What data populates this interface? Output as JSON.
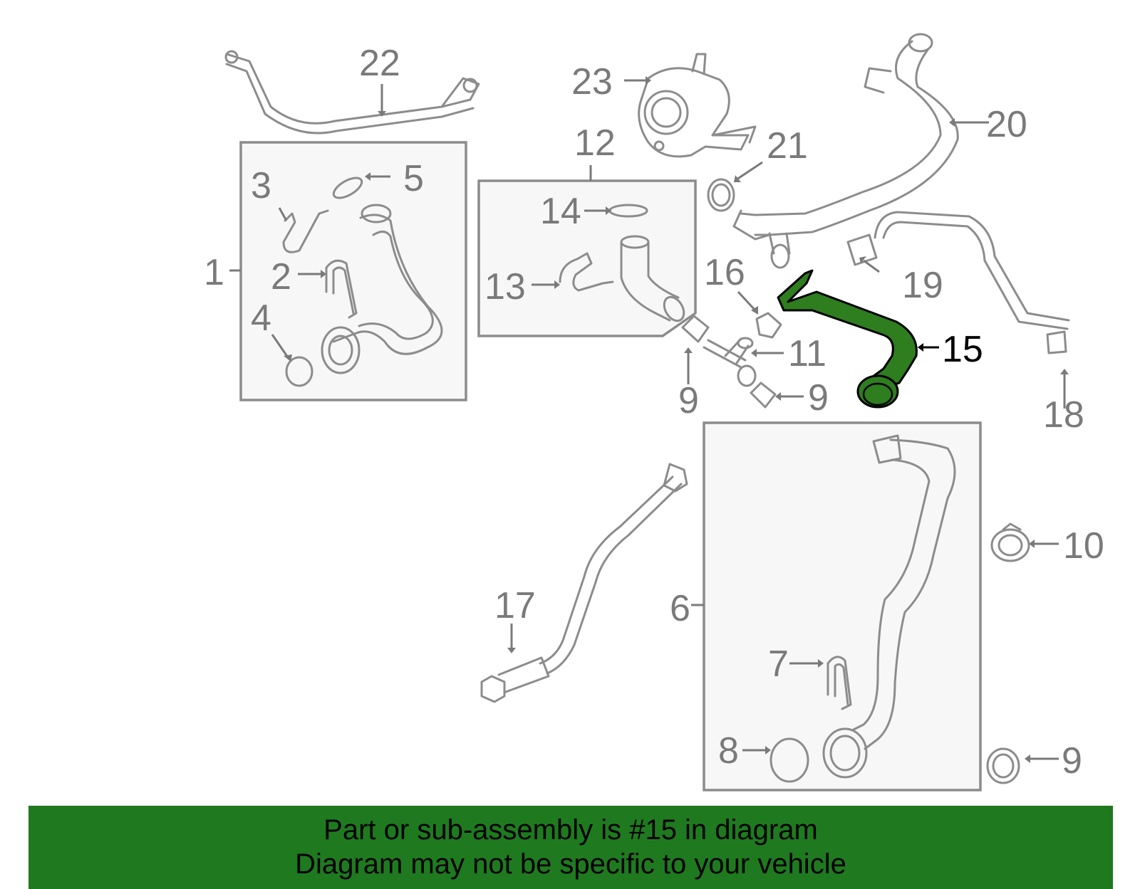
{
  "diagram": {
    "highlighted_part": "15",
    "highlight_color": "#2e7d1f",
    "footer_color": "#1f7a1f",
    "callouts": {
      "c1": "1",
      "c2": "2",
      "c3": "3",
      "c4": "4",
      "c5": "5",
      "c6": "6",
      "c7": "7",
      "c8": "8",
      "c9a": "9",
      "c9b": "9",
      "c9c": "9",
      "c10": "10",
      "c11": "11",
      "c12": "12",
      "c13": "13",
      "c14": "14",
      "c15": "15",
      "c16": "16",
      "c17": "17",
      "c18": "18",
      "c19": "19",
      "c20": "20",
      "c21": "21",
      "c22": "22",
      "c23": "23"
    }
  },
  "footer": {
    "line1": "Part or sub-assembly is #15 in diagram",
    "line2": "Diagram may not be specific to your vehicle"
  }
}
